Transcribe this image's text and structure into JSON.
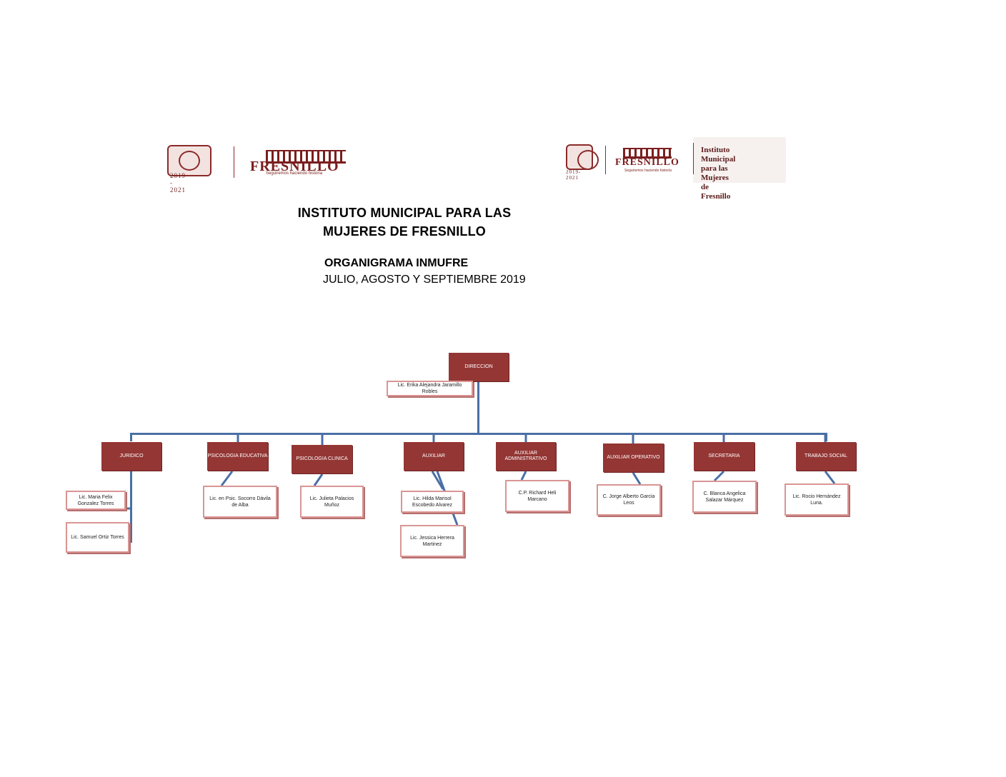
{
  "header": {
    "left_logo": {
      "years": "2019 - 2021",
      "city": "FRESNILLO",
      "tagline": "Seguiremos haciendo historia"
    },
    "right_logo": {
      "years": "2019-2021",
      "city": "FRESNILLO",
      "tagline": "Seguiremos haciendo historia",
      "institute": "Instituto Municipal\npara las Mujeres\nde Fresnillo"
    }
  },
  "title": {
    "line1": "INSTITUTO MUNICIPAL PARA LAS",
    "line2": "MUJERES DE FRESNILLO",
    "org": "ORGANIGRAMA INMUFRE",
    "period": "JULIO, AGOSTO Y SEPTIEMBRE 2019"
  },
  "colors": {
    "dept_fill": "#943634",
    "person_border": "#d99594",
    "connector": "#4a6fa5",
    "brand": "#7b1e1e"
  },
  "direction": {
    "label": "DIRECCION",
    "person": "Lic. Erika Alejandra Jaramillo Robles"
  },
  "departments": [
    {
      "label": "JURIDICO",
      "people": [
        "Lic. Maria Felix Gonzalez Torres",
        "Lic. Samuel Ortiz Torres"
      ]
    },
    {
      "label": "PSICOLOGIA EDUCATIVA",
      "people": [
        "Lic. en Psic. Socorro Dávila de Alba"
      ]
    },
    {
      "label": "PSICOLOGIA CLINICA",
      "people": [
        "Lic. Julieta Palacios Muñoz"
      ]
    },
    {
      "label": "AUXILIAR",
      "people": [
        "Lic. Hilda Marisol Escobedo Alvarez",
        "Lic. Jessica Herrera Martinez"
      ]
    },
    {
      "label": "AUXILIAR ADMINISTRATIVO",
      "people": [
        "C.P. Richard Heli Marcano"
      ]
    },
    {
      "label": "AUXILIAR OPERATIVO",
      "people": [
        "C. Jorge Alberto Garcia Leos"
      ]
    },
    {
      "label": "SECRETARIA",
      "people": [
        "C. Blanca Angelica Salazar Márquez"
      ]
    },
    {
      "label": "TRABAJO SOCIAL",
      "people": [
        "Lic. Rocio Hernández Luna."
      ]
    }
  ]
}
